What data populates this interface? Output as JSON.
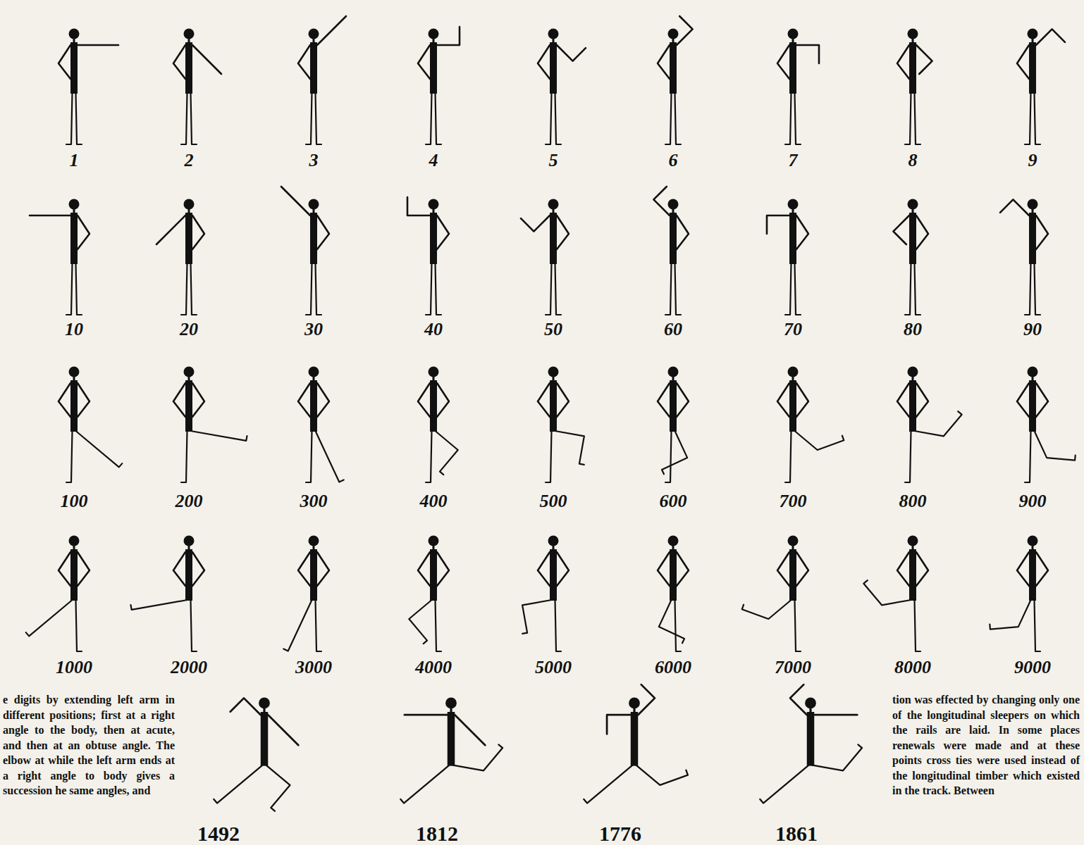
{
  "diagram": {
    "labels": [
      "1",
      "2",
      "3",
      "4",
      "5",
      "6",
      "7",
      "8",
      "9",
      "10",
      "20",
      "30",
      "40",
      "50",
      "60",
      "70",
      "80",
      "90",
      "100",
      "200",
      "300",
      "400",
      "500",
      "600",
      "700",
      "800",
      "900",
      "1000",
      "2000",
      "3000",
      "4000",
      "5000",
      "6000",
      "7000",
      "8000",
      "9000",
      "1492",
      "1812",
      "1776",
      "1861",
      "e digits by extending left arm in different positions; first at a right angle to the body, then at acute, and then at an obtuse angle. The elbow at while the left arm ends at a right angle to body gives a succession he same angles, and",
      "tion was effected by changing only one of the longitudinal sleepers on which the rails are laid. In some places renewals were made and at these points cross ties were used instead of the longitudinal timber which existed in the track. Between"
    ]
  }
}
